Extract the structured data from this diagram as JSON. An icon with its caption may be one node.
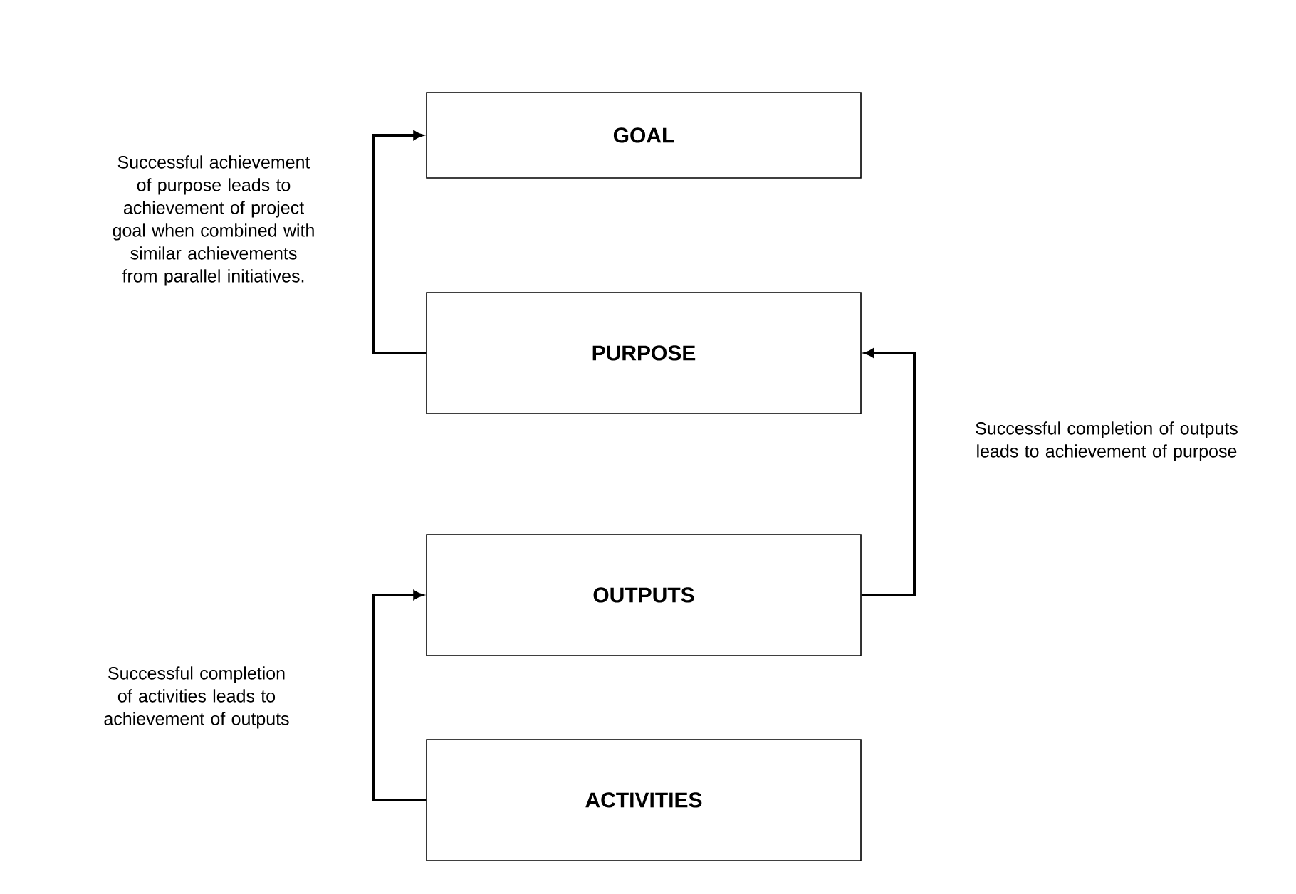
{
  "diagram": {
    "nodes": [
      {
        "text": [
          "GOAL"
        ]
      },
      {
        "text": [
          "PURPOSE"
        ]
      },
      {
        "text": [
          "OUTPUTS"
        ]
      },
      {
        "text": [
          "ACTIVITIES"
        ]
      }
    ],
    "edges": [
      {
        "from": 1,
        "to": 0,
        "arrow": "to"
      },
      {
        "from": 2,
        "to": 1,
        "arrow": "to"
      },
      {
        "from": 3,
        "to": 2,
        "arrow": "to"
      }
    ],
    "labels": [
      "Successful achievement of purpose leads to achievement of project goal when combined with similar achievements from parallel initiatives.",
      "Successful completion of outputs leads to achievement of purpose",
      "Successful completion of activities leads to achievement of outputs"
    ]
  }
}
